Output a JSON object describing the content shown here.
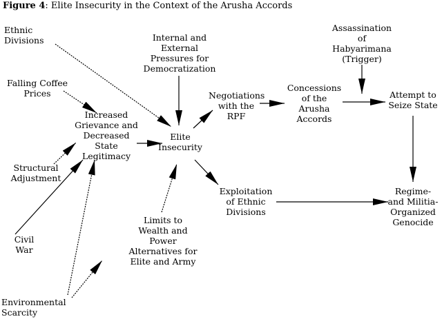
{
  "figure": {
    "label": "Figure 4",
    "caption": ": Elite Insecurity in the Context of the Arusha Accords"
  },
  "nodes": {
    "ethnic_divisions": "Ethnic\nDivisions",
    "internal_external_pressures": "Internal and\nExternal\nPressures for\nDemocratization",
    "assassination": "Assassination\nof\nHabyarimana\n(Trigger)",
    "falling_coffee": "Falling Coffee\nPrices",
    "negotiations": "Negotiations\nwith the RPF",
    "concessions": "Concessions\nof the\nArusha\nAccords",
    "attempt_seize": "Attempt to\nSeize State",
    "grievance": "Increased\nGrievance and\nDecreased\nState\nLegitimacy",
    "elite_insecurity": "Elite\nInsecurity",
    "structural_adjustment": "Structural\nAdjustment",
    "exploitation": "Exploitation\nof Ethnic\nDivisions",
    "genocide": "Regime-\nand Militia-\nOrganized\nGenocide",
    "civil_war": "Civil\nWar",
    "limits_wealth": "Limits to\nWealth and\nPower\nAlternatives for\nElite and Army",
    "env_scarcity": "Environmental\nScarcity"
  }
}
